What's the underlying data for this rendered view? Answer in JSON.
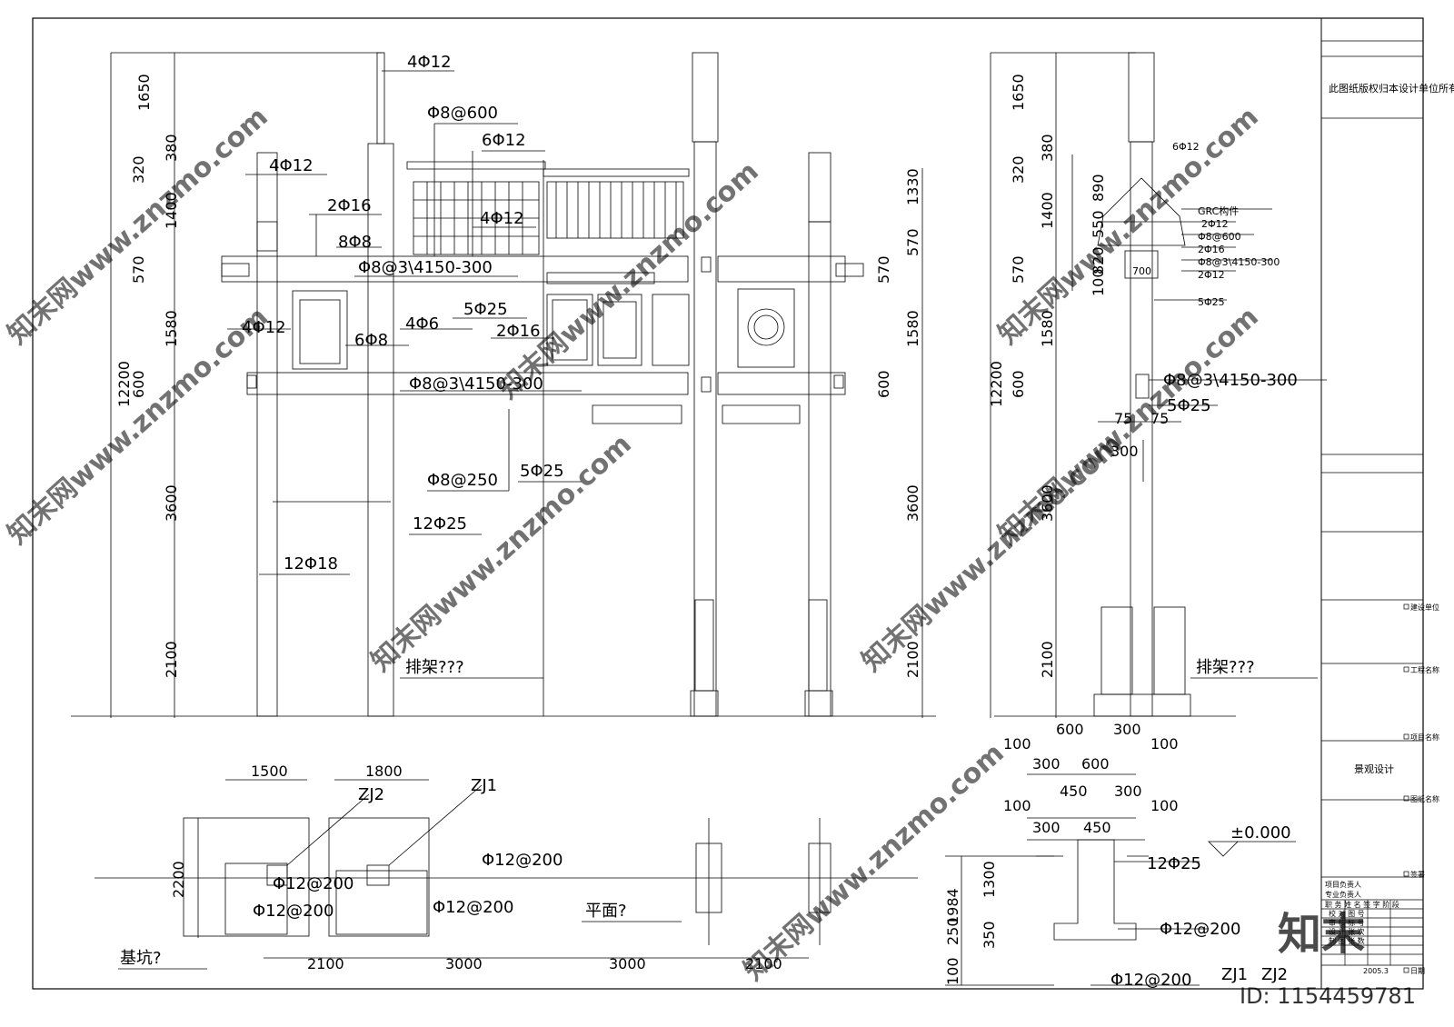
{
  "title_block": {
    "copyright": "此图纸版权归本设计单位所有",
    "fields": [
      "建设单位",
      "工程名称",
      "项目名称",
      "图纸名称"
    ],
    "project": "景观设计",
    "sign": "签署",
    "persons": [
      "项目负责人",
      "专业负责人"
    ],
    "table_header": "职 务 姓 名 签 字 阶 段",
    "rows": [
      "校 对  图 号",
      "审 核  标 号",
      "设 计  张 次",
      "制 图  张 数"
    ],
    "date": "2005.3",
    "date_label": "日期"
  },
  "left_elevation": {
    "dims": [
      "1650",
      "380",
      "320",
      "1400",
      "570",
      "1580",
      "600",
      "3600",
      "2100"
    ],
    "total": "12200",
    "rebar": [
      "4Φ12",
      "Φ8@600",
      "6Φ12",
      "4Φ12",
      "2Φ16",
      "4Φ12",
      "8Φ8",
      "Φ8@3\\4150-300",
      "4Φ12",
      "4Φ6",
      "5Φ25",
      "6Φ8",
      "2Φ16",
      "Φ8@3\\4150-300",
      "Φ8@250",
      "5Φ25",
      "12Φ25",
      "12Φ18"
    ],
    "caption": "排架???",
    "right_dims": [
      "1330",
      "570",
      "570",
      "1580",
      "600",
      "3600",
      "2100"
    ]
  },
  "side_section": {
    "dims": [
      "1650",
      "380",
      "320",
      "1400",
      "570",
      "1580",
      "600",
      "3600",
      "2100"
    ],
    "total": "12200",
    "top_dims": [
      "890",
      "550",
      "820",
      "100"
    ],
    "rebar": [
      "6Φ12",
      "GRC构件",
      "2Φ12",
      "Φ8@600",
      "2Φ16",
      "Φ8@3\\4150-300",
      "2Φ12",
      "5Φ25",
      "Φ8@3\\4150-300",
      "5Φ25"
    ],
    "inner": [
      "700",
      "75",
      "75",
      "300"
    ],
    "caption": "排架???",
    "bottom_dims": [
      "600",
      "300",
      "100",
      "100"
    ]
  },
  "plan": {
    "top_dims": [
      "1500",
      "1800"
    ],
    "labels": [
      "ZJ2",
      "ZJ1"
    ],
    "rebar": [
      "Φ12@200",
      "Φ12@200",
      "Φ12@200",
      "Φ12@200"
    ],
    "height_dim": "2200",
    "bottom_dims": [
      "2100",
      "3000",
      "3000",
      "2100"
    ],
    "captions": [
      "基坑?",
      "平面?"
    ]
  },
  "footing": {
    "top_dims": [
      "300",
      "600",
      "450",
      "300",
      "100",
      "100",
      "300",
      "450"
    ],
    "level": "±0.000",
    "rebar": [
      "12Φ25",
      "Φ12@200",
      "Φ12@200"
    ],
    "height_dims": [
      "1984",
      "1300",
      "250",
      "350",
      "100"
    ],
    "labels": [
      "ZJ1",
      "ZJ2"
    ]
  },
  "watermark": {
    "text": "知末网www.znzmo.com",
    "logo": "知末",
    "id": "ID: 1154459781"
  }
}
